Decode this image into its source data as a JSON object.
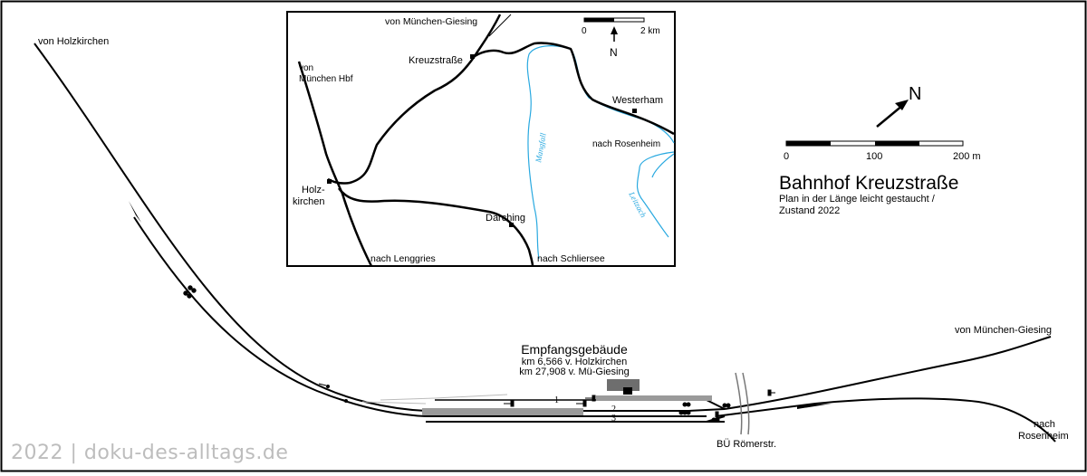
{
  "main": {
    "label_holzkirchen_top": "von Holzkirchen",
    "label_muenchen_giesing_right": "von München-Giesing",
    "label_rosenheim_line1": "nach",
    "label_rosenheim_line2": "Rosenheim",
    "building_title": "Empfangsgebäude",
    "building_km1": "km 6,566 v. Holzkirchen",
    "building_km2": "km 27,908 v. Mü-Giesing",
    "track1": "1",
    "track2": "2",
    "track3": "3",
    "crossing_label": "BÜ Römerstr."
  },
  "title_block": {
    "title": "Bahnhof Kreuzstraße",
    "subtitle_line1": "Plan in der Länge leicht gestaucht /",
    "subtitle_line2": "Zustand 2022",
    "north": "N",
    "scale_0": "0",
    "scale_100": "100",
    "scale_200": "200 m"
  },
  "inset": {
    "von_muenchen_giesing": "von München-Giesing",
    "kreuzstrasse": "Kreuzstraße",
    "von_muenchen_hbf_line1": "von",
    "von_muenchen_hbf_line2": "München Hbf",
    "westerham": "Westerham",
    "nach_rosenheim": "nach Rosenheim",
    "holzkirchen_line1": "Holz-",
    "holzkirchen_line2": "kirchen",
    "darching": "Darching",
    "nach_lenggries": "nach Lenggries",
    "nach_schliersee": "nach Schliersee",
    "river_mangfall": "Mangfall",
    "river_leitzach": "Leitzach",
    "north": "N",
    "scale_0": "0",
    "scale_2": "2 km"
  },
  "watermark": "2022 | doku-des-alltags.de",
  "colors": {
    "line": "#000000",
    "river": "#29a9e0",
    "platform": "#9a9a9a",
    "building": "#6e6e6e",
    "watermark": "#bdbdbd"
  }
}
